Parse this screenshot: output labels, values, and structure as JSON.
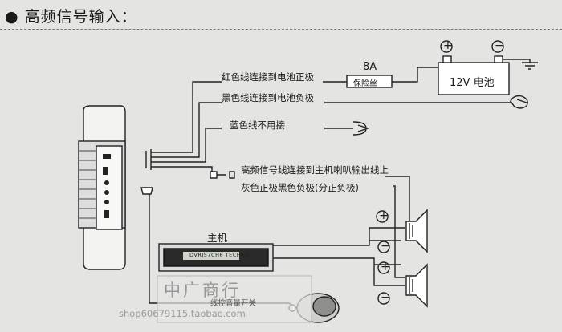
{
  "heading": "● 高频信号输入：",
  "labels": {
    "red_wire": "红色线连接到电池正极",
    "black_wire": "黑色线连接到电池负极",
    "blue_wire": "蓝色线不用接",
    "hf_signal": "高频信号线连接到主机喇叭输出线上",
    "gray_wire": "灰色正极黑色负极(分正负极)",
    "fuse_rating": "8A",
    "fuse": "保险丝",
    "battery": "12V 电池",
    "head_unit": "主机",
    "wire_remote": "线控音量开关"
  },
  "radio_faceplate": "DVRJ57CH6    TECHNO",
  "watermark": {
    "brand": "中广商行",
    "url": "shop60679115.taobao.com"
  },
  "polarity": {
    "plus": "+",
    "minus": "−"
  }
}
